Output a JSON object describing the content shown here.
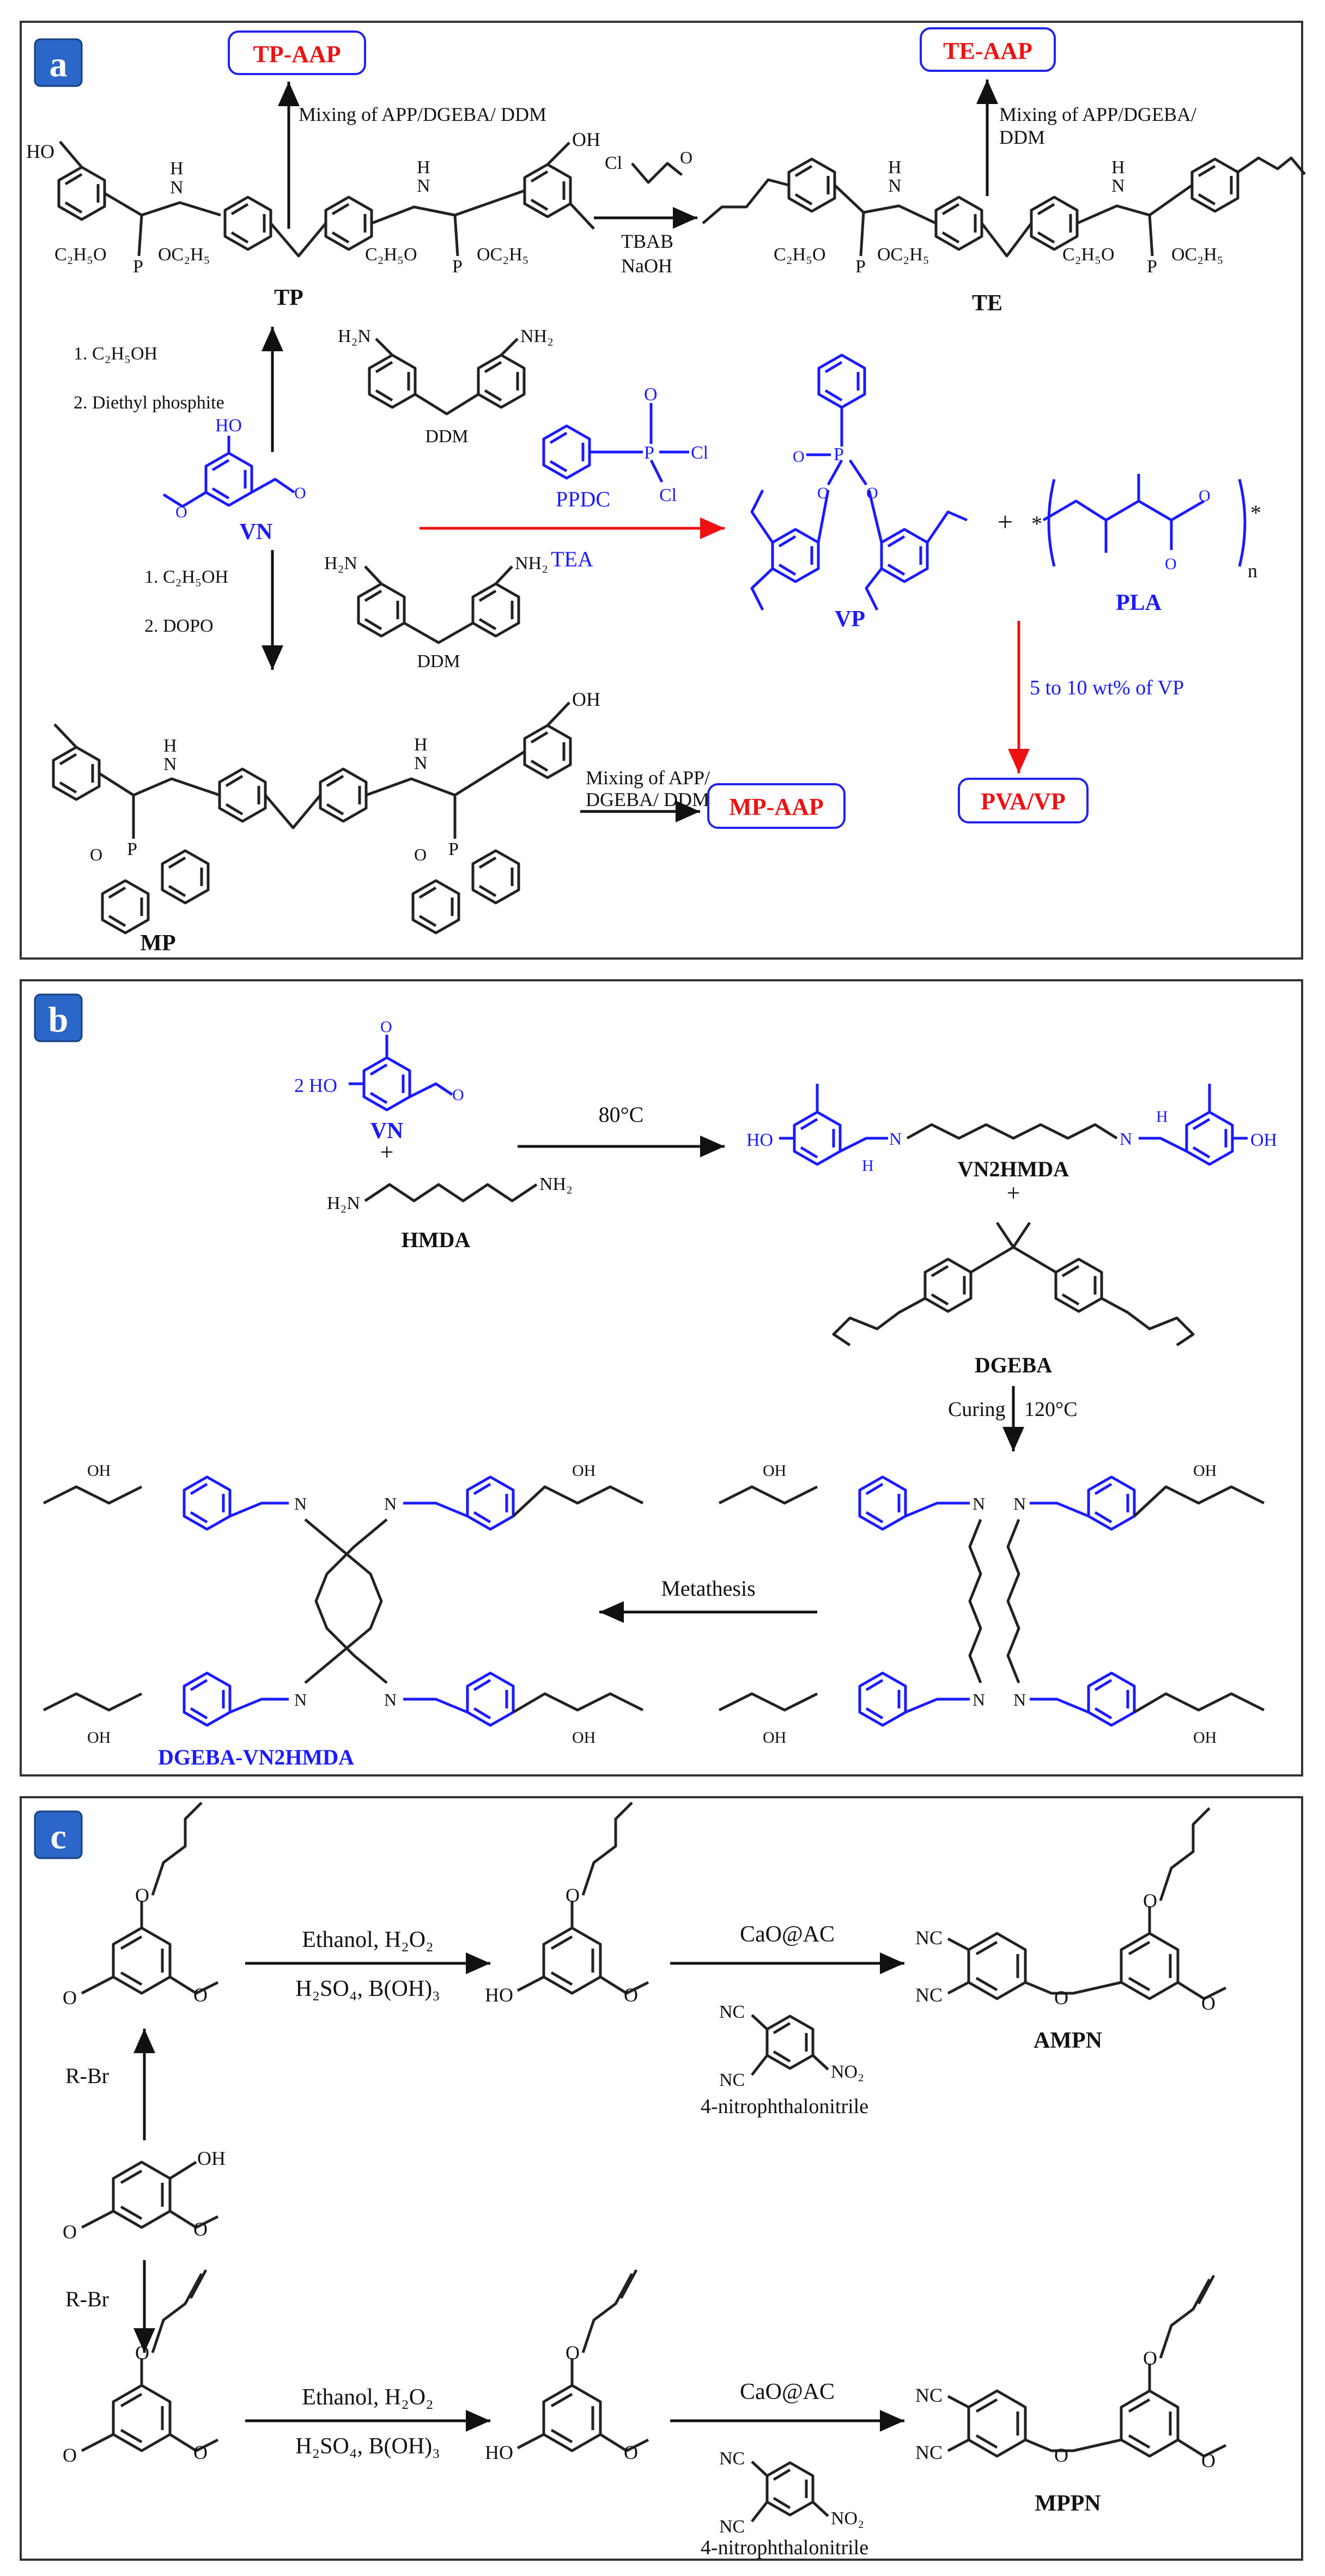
{
  "panel_a": {
    "label": "a",
    "compounds": {
      "tp": "TP",
      "te": "TE",
      "vn": "VN",
      "mp": "MP",
      "vp": "VP",
      "pla": "PLA",
      "ddm": "DDM",
      "ddm2": "DDM",
      "ppdc": "PPDC"
    },
    "products": {
      "tp_aap": "TP-AAP",
      "te_aap": "TE-AAP",
      "mp_aap": "MP-AAP",
      "pva_vp": "PVA/VP"
    },
    "conditions": {
      "mix_tp_1": "Mixing of APP/DGEBA/ DDM",
      "mix_te_1": "Mixing of APP/DGEBA/",
      "mix_te_2": "DDM",
      "mix_mp_1": "Mixing of APP/",
      "mix_mp_2": "DGEBA/ DDM",
      "tbab": "TBAB",
      "naoh": "NaOH",
      "step_tp_1": "1. C₂H₅OH",
      "step_tp_2": "2. Diethyl phosphite",
      "step_mp_1": "1. C₂H₅OH",
      "step_mp_2": "2. DOPO",
      "tea": "TEA",
      "vp_wt": "5 to 10 wt% of VP"
    },
    "atoms": {
      "ho": "HO",
      "oh": "OH",
      "h": "H",
      "nh": "NH",
      "n": "N",
      "h2n": "H₂N",
      "nh2": "NH₂",
      "p": "P",
      "o": "O",
      "cl": "Cl",
      "ester": "C₂H₅O",
      "ester2": "OC₂H₅",
      "n_sub": "n",
      "star": "*"
    }
  },
  "panel_b": {
    "label": "b",
    "compounds": {
      "vn": "VN",
      "hmda": "HMDA",
      "vn2hmda": "VN2HMDA",
      "dgeba": "DGEBA",
      "network": "DGEBA-VN2HMDA"
    },
    "conditions": {
      "temp": "80°C",
      "curing": "Curing",
      "curing_temp": "120°C",
      "metathesis": "Metathesis",
      "plus": "+",
      "two_ho": "2 HO"
    },
    "atoms": {
      "oh": "OH",
      "ho": "HO",
      "h2n": "H₂N",
      "nh2": "NH₂",
      "n": "N",
      "h": "H",
      "o": "O"
    }
  },
  "panel_c": {
    "label": "c",
    "compounds": {
      "ampn": "AMPN",
      "mppn": "MPPN",
      "nitro": "4-nitrophthalonitrile"
    },
    "conditions": {
      "ethanol": "Ethanol, H₂O₂",
      "acid": "H₂SO₄, B(OH)₃",
      "cao": "CaO@AC",
      "rbr": "R-Br"
    },
    "atoms": {
      "nc": "NC",
      "no2": "NO₂",
      "ho": "HO",
      "oh": "OH",
      "o": "O"
    }
  },
  "colors": {
    "vanillin_blue": "#1a1aff",
    "product_red": "#ee1111",
    "label_blue": "#2b66c9",
    "bond_black": "#222222"
  }
}
